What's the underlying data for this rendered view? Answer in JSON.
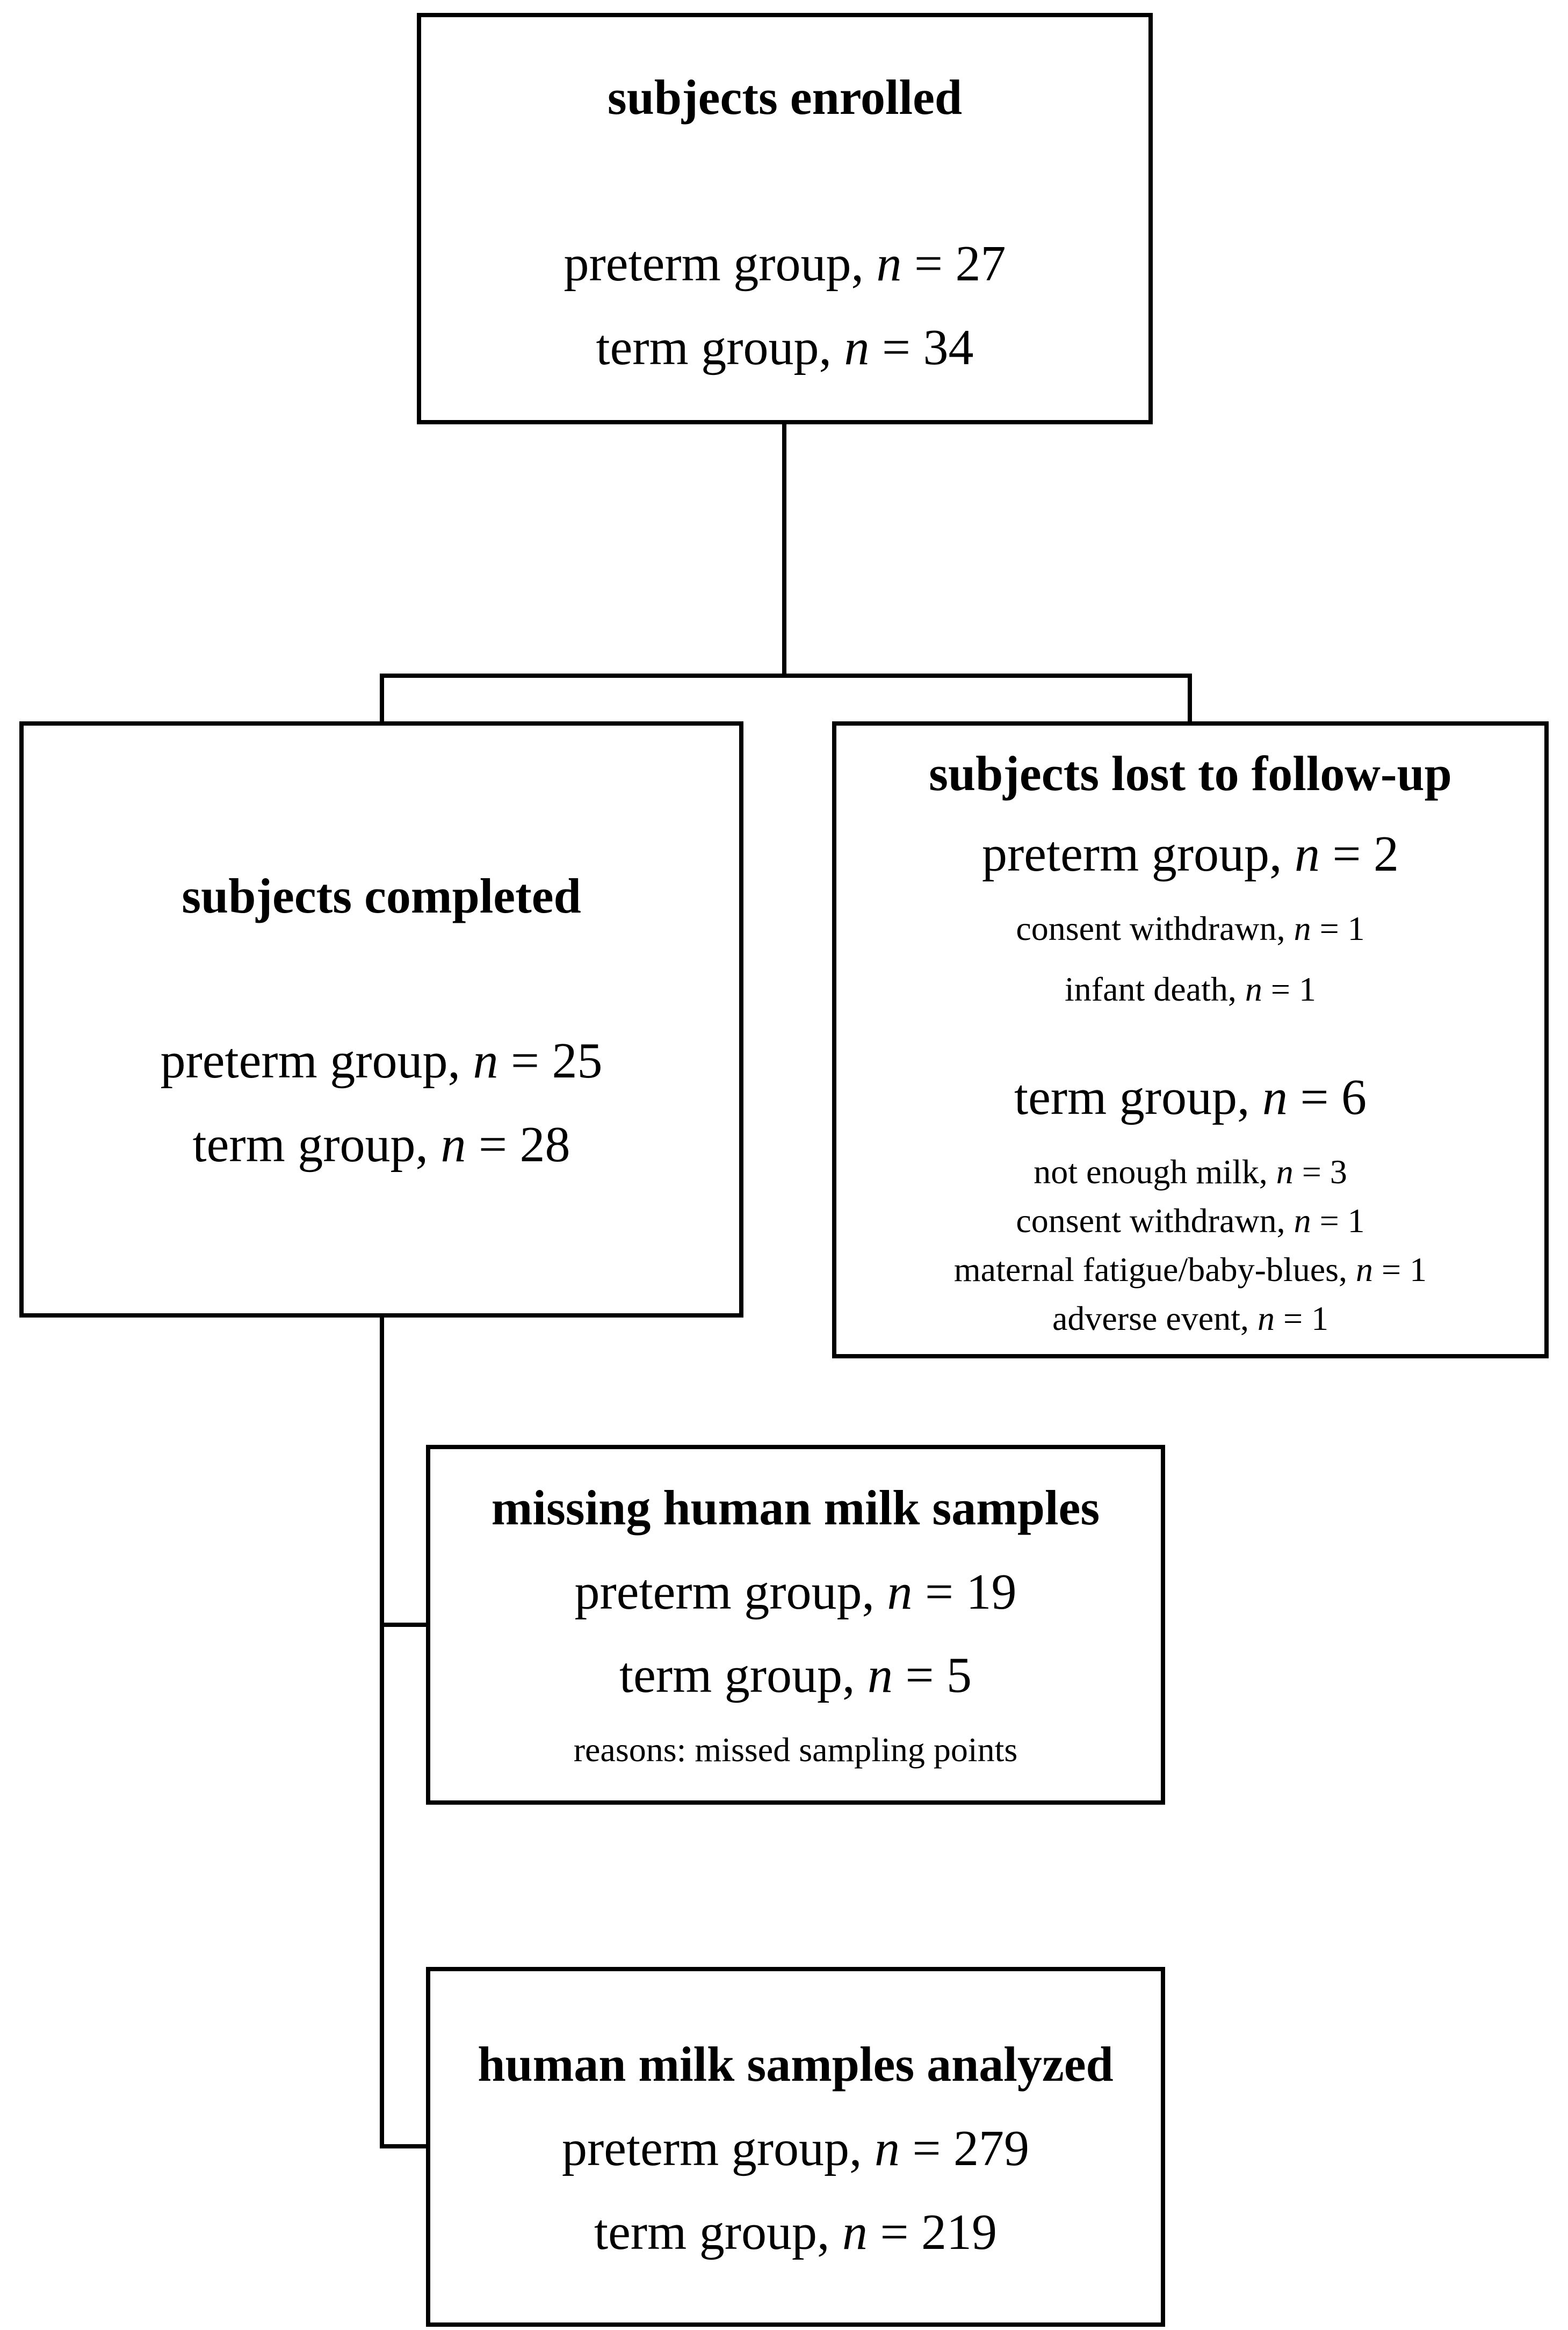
{
  "boxes": {
    "enrolled": {
      "title": "subjects enrolled",
      "lines": [
        {
          "label": "preterm group, ",
          "n": "n",
          "value": " = 27"
        },
        {
          "label": "term group, ",
          "n": "n",
          "value": " = 34"
        }
      ]
    },
    "completed": {
      "title": "subjects completed",
      "lines": [
        {
          "label": "preterm group, ",
          "n": "n",
          "value": " = 25"
        },
        {
          "label": "term group, ",
          "n": "n",
          "value": " = 28"
        }
      ]
    },
    "lost": {
      "title": "subjects lost to follow-up",
      "preterm": {
        "label": "preterm group, ",
        "n": "n",
        "value": " = 2"
      },
      "preterm_reasons": [
        {
          "label": "consent withdrawn, ",
          "n": "n",
          "value": " = 1"
        },
        {
          "label": "infant death, ",
          "n": "n",
          "value": " = 1"
        }
      ],
      "term": {
        "label": "term group, ",
        "n": "n",
        "value": " = 6"
      },
      "term_reasons": [
        {
          "label": "not enough milk, ",
          "n": "n",
          "value": " = 3"
        },
        {
          "label": "consent withdrawn, ",
          "n": "n",
          "value": " = 1"
        },
        {
          "label": "maternal fatigue/baby-blues, ",
          "n": "n",
          "value": " = 1"
        },
        {
          "label": "adverse event, ",
          "n": "n",
          "value": " = 1"
        }
      ]
    },
    "missing": {
      "title": "missing human milk samples",
      "lines": [
        {
          "label": "preterm group, ",
          "n": "n",
          "value": " = 19"
        },
        {
          "label": "term group, ",
          "n": "n",
          "value": " = 5"
        }
      ],
      "note": "reasons: missed sampling points"
    },
    "analyzed": {
      "title": "human milk samples analyzed",
      "lines": [
        {
          "label": "preterm group, ",
          "n": "n",
          "value": " = 279"
        },
        {
          "label": "term group, ",
          "n": "n",
          "value": " = 219"
        }
      ]
    }
  }
}
